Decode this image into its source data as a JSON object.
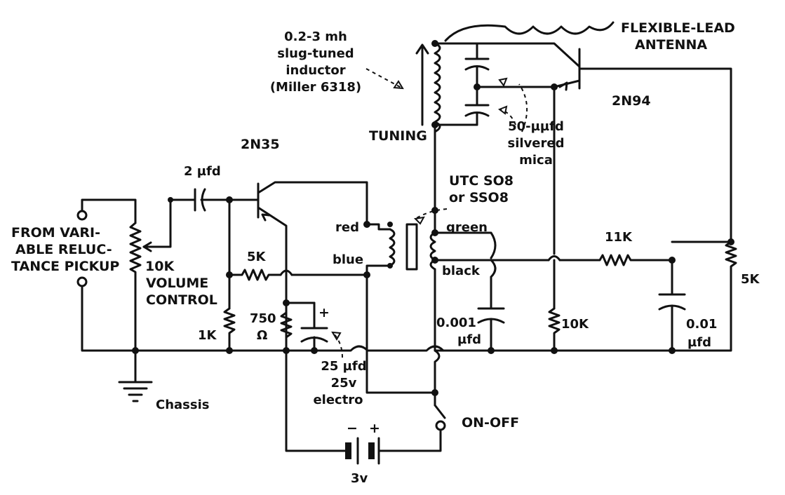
{
  "labels": {
    "inductor_spec": "0.2-3 mh",
    "inductor_type": "slug-tuned",
    "inductor_word": "inductor",
    "inductor_part": "(Miller 6318)",
    "antenna_line1": "FLEXIBLE-LEAD",
    "antenna_line2": "ANTENNA",
    "transistor_rf": "2N94",
    "transistor_af": "2N35",
    "tuning": "TUNING",
    "cap_mica_value": "50-µµfd",
    "cap_mica_type1": "silvered",
    "cap_mica_type2": "mica",
    "transformer_line1": "UTC SO8",
    "transformer_line2": "or SSO8",
    "lead_red": "red",
    "lead_blue": "blue",
    "lead_green": "green",
    "lead_black": "black",
    "cap_coupling": "2 µfd",
    "pickup_line1": "FROM VARI-",
    "pickup_line2": "ABLE RELUC-",
    "pickup_line3": "TANCE PICKUP",
    "pot_value": "10K",
    "pot_line1": "VOLUME",
    "pot_line2": "CONTROL",
    "res_5k_left": "5K",
    "res_1k": "1K",
    "res_750_value": "750",
    "res_750_unit": "Ω",
    "cap_electro_polarity": "+",
    "cap_electro_value": "25 µfd",
    "cap_electro_voltage": "25v",
    "cap_electro_type": "electro",
    "cap_001_value": "0.001",
    "cap_001_unit": "µfd",
    "res_10k_rf": "10K",
    "res_11k": "11K",
    "cap_01_value": "0.01",
    "cap_01_unit": "µfd",
    "res_5k_right": "5K",
    "chassis": "Chassis",
    "switch": "ON-OFF",
    "battery_minus": "−",
    "battery_plus": "+",
    "battery_value": "3v"
  }
}
